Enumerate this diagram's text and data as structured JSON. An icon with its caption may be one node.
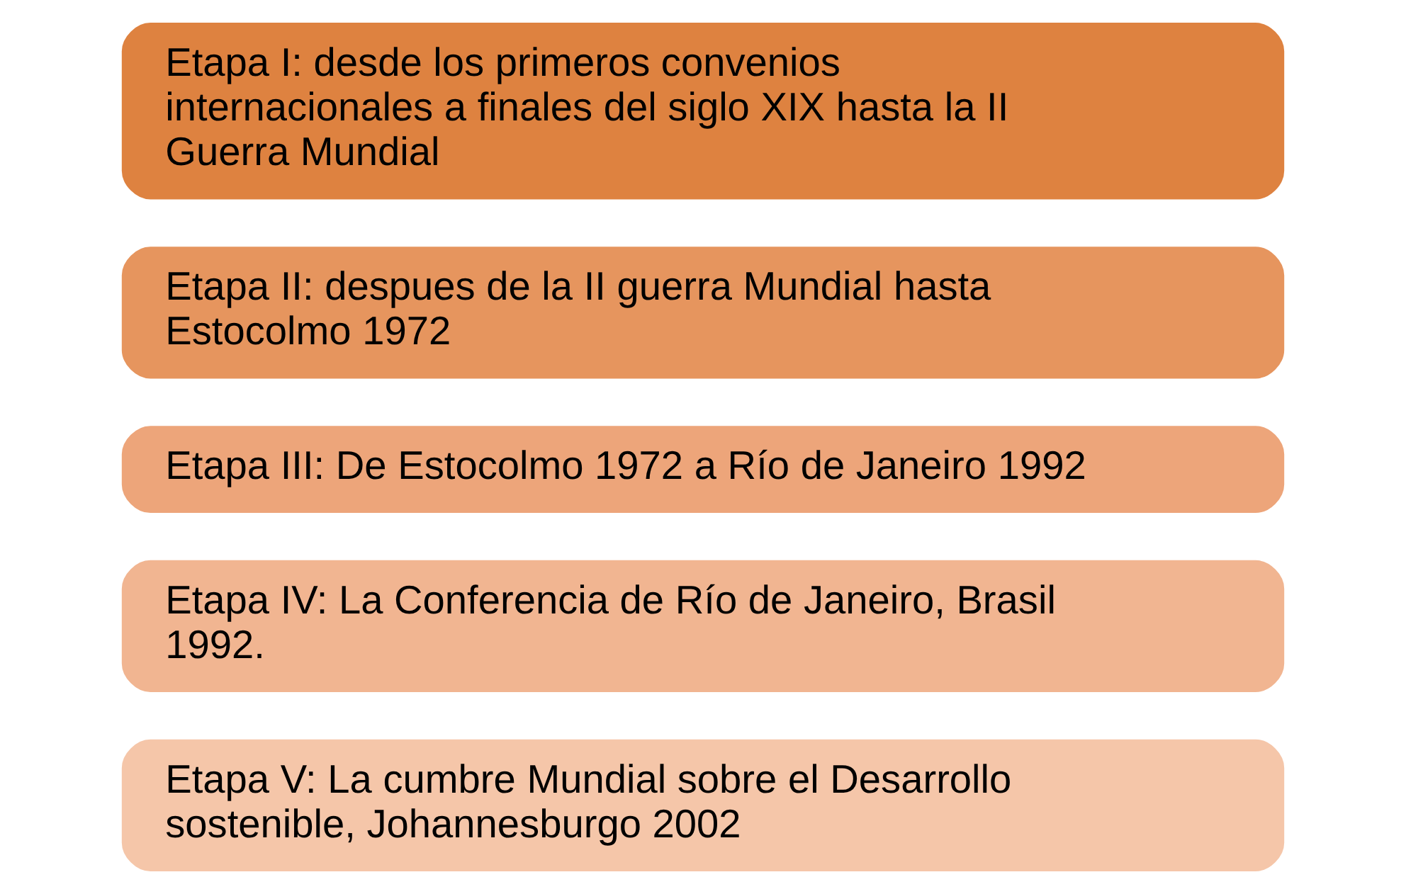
{
  "diagram": {
    "nodes": [
      {
        "text": [
          "Etapa I: desde los primeros convenios internacionales a finales del siglo XIX hasta la II Guerra Mundial"
        ]
      },
      {
        "text": [
          "Etapa II: despues de la II guerra Mundial hasta Estocolmo 1972"
        ]
      },
      {
        "text": [
          "Etapa III: De Estocolmo 1972 a Río de Janeiro 1992"
        ]
      },
      {
        "text": [
          "Etapa IV: La Conferencia de Río de Janeiro, Brasil 1992."
        ]
      },
      {
        "text": [
          "Etapa V: La cumbre Mundial sobre el Desarrollo sostenible, Johannesburgo 2002"
        ]
      }
    ],
    "edges": []
  }
}
